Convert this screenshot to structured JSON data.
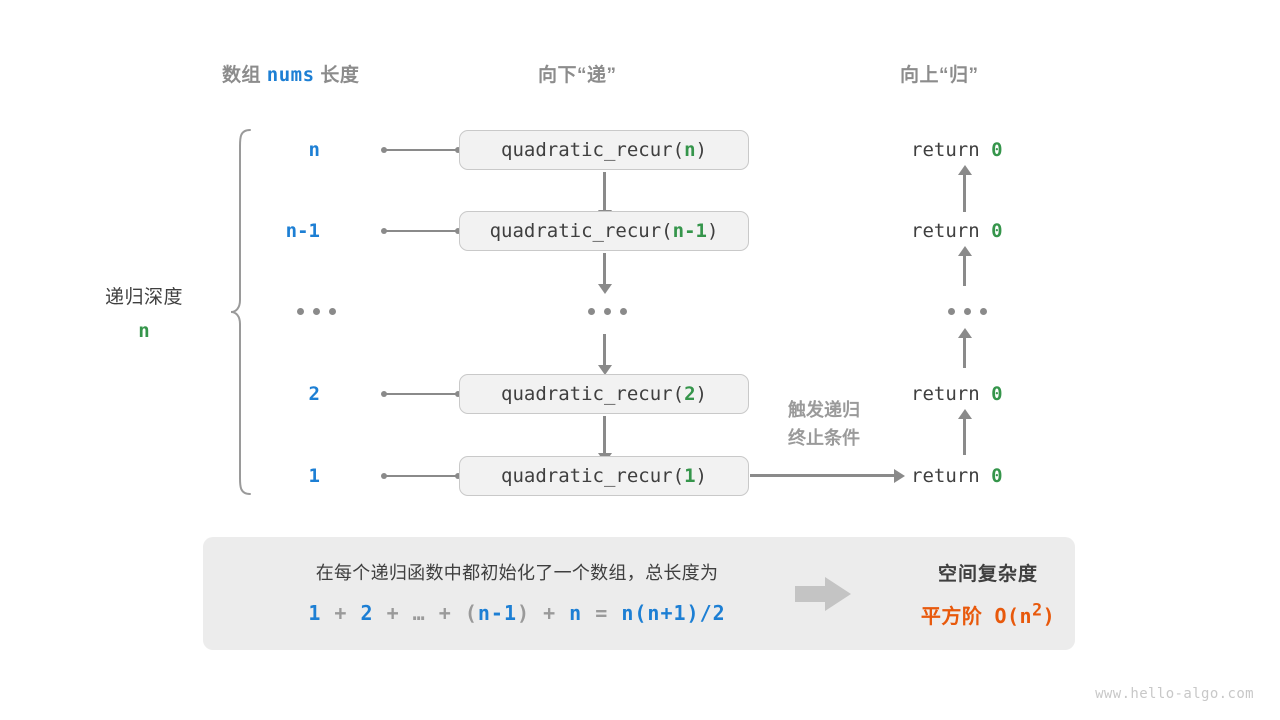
{
  "headers": {
    "left_prefix": "数组",
    "left_mono": "nums",
    "left_suffix": "长度",
    "middle": "向下“递”",
    "right": "向上“归”"
  },
  "depth_caption": {
    "title": "递归深度",
    "value": "n"
  },
  "rows": [
    {
      "depth_label": "n",
      "fn_prefix": "quadratic_recur(",
      "fn_arg": "n",
      "fn_suffix": ")",
      "return_text": "return ",
      "return_value": "0"
    },
    {
      "depth_label": "n-1",
      "fn_prefix": "quadratic_recur(",
      "fn_arg": "n-1",
      "fn_suffix": ")",
      "return_text": "return ",
      "return_value": "0"
    },
    {
      "depth_label": "...",
      "fn_prefix": "",
      "fn_arg": "",
      "fn_suffix": "",
      "return_text": "...",
      "return_value": ""
    },
    {
      "depth_label": "2",
      "fn_prefix": "quadratic_recur(",
      "fn_arg": "2",
      "fn_suffix": ")",
      "return_text": "return ",
      "return_value": "0"
    },
    {
      "depth_label": "1",
      "fn_prefix": "quadratic_recur(",
      "fn_arg": "1",
      "fn_suffix": ")",
      "return_text": "return ",
      "return_value": "0"
    }
  ],
  "terminate_note": {
    "line1": "触发递归",
    "line2": "终止条件"
  },
  "summary": {
    "description": "在每个递归函数中都初始化了一个数组，总长度为",
    "formula": {
      "t1": "1",
      "op1": " + ",
      "t2": "2",
      "op2": " + ",
      "ell": "…",
      "op3": " + ",
      "paren_open": "(",
      "t3": "n-1",
      "paren_close": ")",
      "op4": " + ",
      "t4": "n",
      "eq": " = ",
      "result": "n(n+1)/2"
    },
    "complexity_title": "空间复杂度",
    "complexity_prefix": "平方阶",
    "complexity_value": "O(n",
    "complexity_exp": "2",
    "complexity_tail": ")"
  },
  "watermark": "www.hello-algo.com",
  "colors": {
    "blue": "#1d7fd4",
    "green": "#35954b",
    "orange": "#e8590c",
    "gray_line": "#8a8a8a",
    "panel_bg": "#ececec",
    "box_bg": "#f2f2f2",
    "box_border": "#c9c9c9"
  }
}
